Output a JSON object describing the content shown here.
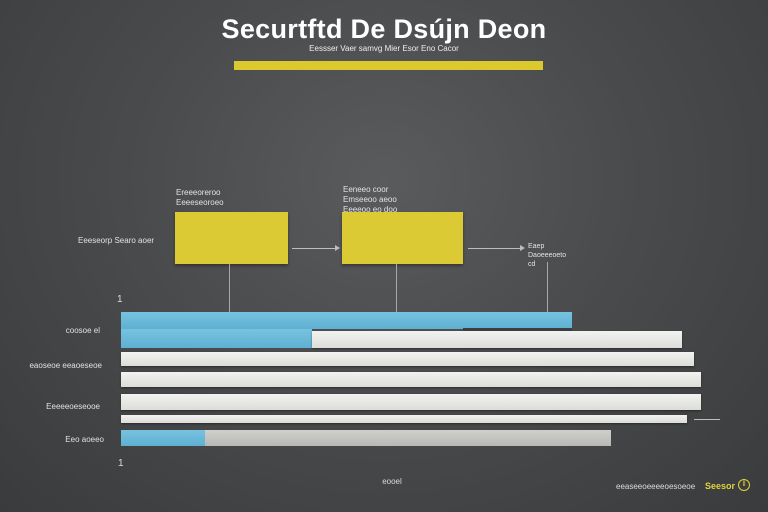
{
  "header": {
    "title": "Securtftd De Dsújn Deon",
    "subtitle": "Eessser Vaer samvg Mier Esor Eno Cacor"
  },
  "diagram": {
    "left_label": "Eeeseorp Searo aoer",
    "cards": [
      {
        "caption": "Ereeeoreroo\nEeeeseoroeo"
      },
      {
        "caption": "Eeneeo coor\nEmseeoo aeoo\nEeeeoo eo doo"
      }
    ],
    "right_note": "Eaep\nDaoeeeoeto\ncd"
  },
  "bars": {
    "tick_top": "1",
    "tick_bottom": "1",
    "row_labels": [
      "coosoe el",
      "eaoseoe eeaoeseoe",
      "Eeeeeoeseooe",
      "Eeo aoeeo"
    ],
    "center_note": "eooel"
  },
  "footer": {
    "text": "eeaseeoeeeeoesoeoe",
    "brand": "Seesor",
    "badge": "ll"
  },
  "colors": {
    "accent_yellow": "#dcca34",
    "accent_blue": "#5eb0d2",
    "background": "#4a4b4d"
  }
}
